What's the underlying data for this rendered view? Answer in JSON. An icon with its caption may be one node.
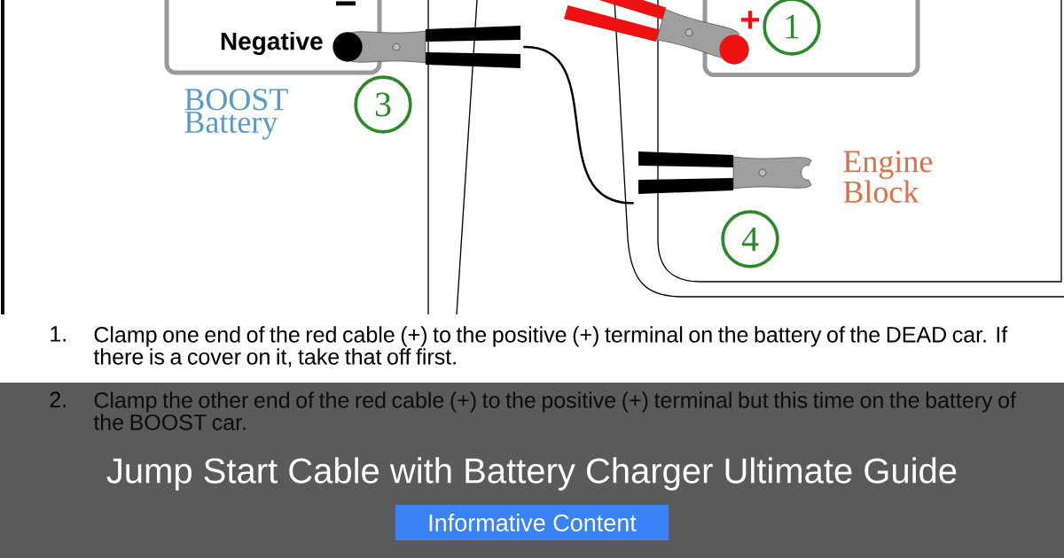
{
  "diagram": {
    "title": "Jump Start Cable with Battery Charger Ultimate Guide",
    "nodes": [
      {
        "text": [
          "−",
          "Negative"
        ],
        "beside": [
          "BOOST Battery"
        ]
      },
      {
        "text": [
          "+"
        ]
      },
      {
        "text": [
          "1"
        ],
        "in": 1
      },
      {
        "text": [
          "3"
        ]
      },
      {
        "text": [
          "4"
        ]
      },
      {
        "text": [],
        "shape": "picture"
      },
      {
        "text": [],
        "shape": "picture"
      },
      {
        "text": [],
        "shape": "picture"
      }
    ],
    "edges": [
      {
        "from": 5,
        "to": 7,
        "arrow": "none"
      }
    ],
    "labels": [
      "Engine Block",
      "1.",
      "Clamp one end of the red cable (+) to the positive (+) terminal on the battery of the DEAD car. If there is a cover on it, take that off first.",
      "2.",
      "Clamp the other end of the red cable (+) to the positive (+) terminal but this time on the battery of the BOOST car.",
      "Informative Content"
    ]
  }
}
